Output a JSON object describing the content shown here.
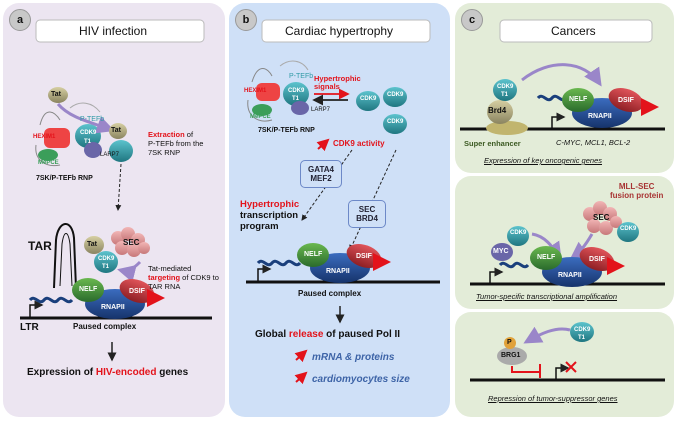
{
  "panel_a": {
    "badge": "a",
    "title": "HIV infection",
    "tat_top": "Tat",
    "ptefb": "P-TEFb",
    "hexim1": "HEXIM1",
    "cdk9": "CDK9",
    "t1": "T1",
    "mepce": "MePCE",
    "larp7": "LARP7",
    "tat_free": "Tat",
    "snrp": "7SK/P-TEFb RNP",
    "extraction_bold": "Extraction",
    "extraction_rest1": " of",
    "extraction_rest2": "P-TEFb from the",
    "extraction_rest3": "7SK RNP",
    "tar": "TAR",
    "tat_bound": "Tat",
    "sec": "SEC",
    "tat_mediated1": "Tat-mediated",
    "tat_mediated2_red": "targeting",
    "tat_mediated2_rest": " of CDK9 to",
    "tat_mediated3": "TAR RNA",
    "nelf": "NELF",
    "dsif": "DSIF",
    "rnapii": "RNAPII",
    "ltr": "LTR",
    "paused": "Paused complex",
    "expression_pre": "Expression of ",
    "expression_red": "HIV-encoded",
    "expression_post": " genes"
  },
  "panel_b": {
    "badge": "b",
    "title": "Cardiac hypertrophy",
    "ptefb": "P-TEFb",
    "hexim1": "HEXIM1",
    "cdk9": "CDK9",
    "t1": "T1",
    "mepce": "MePCE",
    "larp7": "LARP7",
    "snrp": "7SK/P-TEFb RNP",
    "signals1": "Hypertrophic",
    "signals2": "signals",
    "cdk9_activity": "CDK9 activity",
    "gata4": "GATA4",
    "mef2": "MEF2",
    "hyper_prog1": "Hypertrophic",
    "hyper_prog2": "transcription",
    "hyper_prog3": "program",
    "sec": "SEC",
    "brd4": "BRD4",
    "nelf": "NELF",
    "dsif": "DSIF",
    "rnapii": "RNAPII",
    "paused": "Paused complex",
    "global_pre": "Global ",
    "global_red": "release",
    "global_post": " of paused Pol II",
    "mrna": "mRNA & proteins",
    "cardio": "cardiomyocytes size"
  },
  "panel_c": {
    "badge": "c",
    "title": "Cancers",
    "cdk9": "CDK9",
    "t1": "T1",
    "brd4": "Brd4",
    "nelf": "NELF",
    "dsif": "DSIF",
    "rnapii": "RNAPII",
    "super_enhancer": "Super enhancer",
    "genes": "C-MYC, MCL1, BCL-2",
    "caption1": "Expression of key oncogenic genes",
    "mll1": "MLL-SEC",
    "mll2": "fusion protein",
    "sec": "SEC",
    "myc": "MYC",
    "caption2": "Tumor-specific transcriptional amplification",
    "p": "P",
    "brg1": "BRG1",
    "caption3": "Repression of tumor-suppressor genes"
  },
  "colors": {
    "panel_a": "#ece5f1",
    "panel_b": "#cfe0f7",
    "panel_c": "#e3ecd8",
    "cdk9": "#2f9aa6",
    "nelf": "#3a8f3d",
    "dsif": "#c8343a",
    "rnapii": "#1f4e96",
    "accent_red": "#e3131b"
  }
}
